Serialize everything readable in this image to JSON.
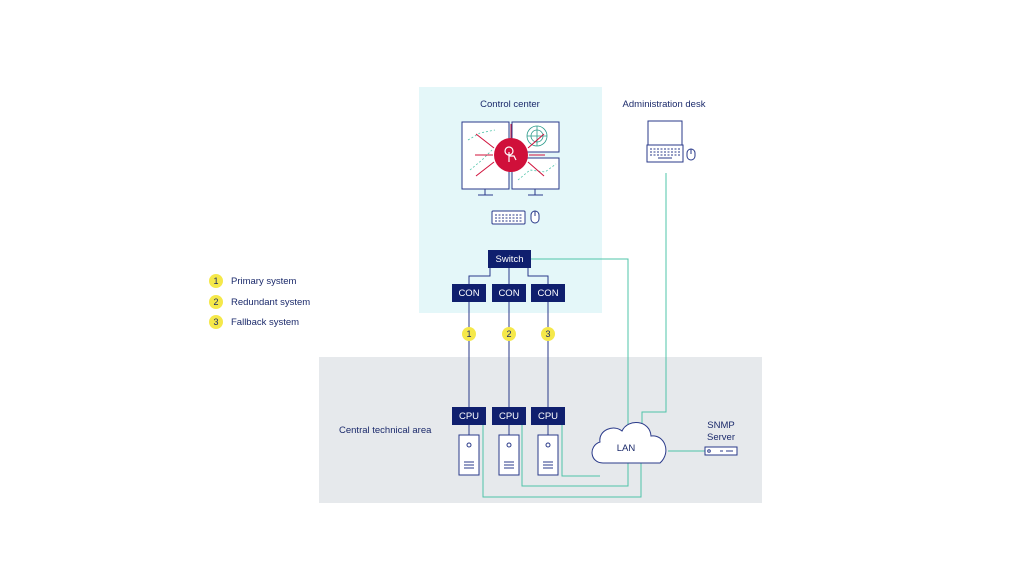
{
  "control_center": {
    "title": "Control center"
  },
  "admin_desk": {
    "title": "Administration desk"
  },
  "central_area": {
    "title": "Central technical area"
  },
  "switch": {
    "label": "Switch"
  },
  "con_label": "CON",
  "cpu_label": "CPU",
  "lan": {
    "label": "LAN"
  },
  "snmp": {
    "label_line1": "SNMP",
    "label_line2": "Server"
  },
  "systems": [
    {
      "number": "1",
      "label": "Primary system"
    },
    {
      "number": "2",
      "label": "Redundant system"
    },
    {
      "number": "3",
      "label": "Fallback system"
    }
  ],
  "colors": {
    "navy": "#0f1f6e",
    "control_bg": "#e4f7f9",
    "central_bg": "#e6e9ec",
    "accent_red": "#d0103a",
    "teal_line": "#4fc4a9",
    "badge_yellow": "#f5e84a"
  },
  "icons": [
    "monitor-icon",
    "keyboard-icon",
    "mouse-icon",
    "laptop-icon",
    "server-tower-icon",
    "rack-server-icon",
    "cloud-icon",
    "touch-hand-icon",
    "radar-icon"
  ]
}
